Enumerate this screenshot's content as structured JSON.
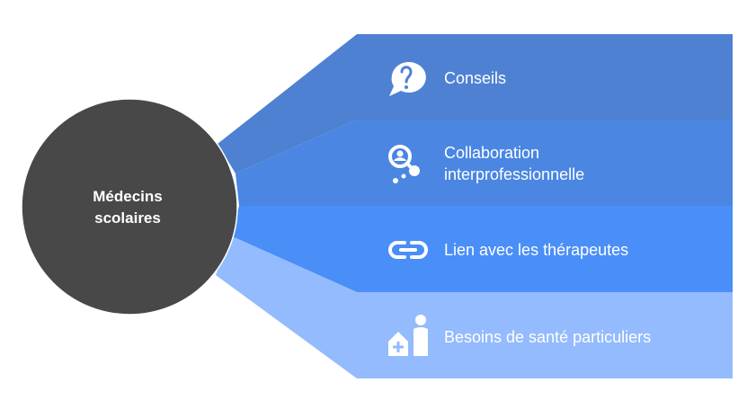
{
  "hub": {
    "label_line1": "Médecins",
    "label_line2": "scolaires",
    "color": "#484848"
  },
  "branches": [
    {
      "label_line1": "Conseils",
      "label_line2": "",
      "icon": "question-bubble-icon",
      "color": "#4f81d3"
    },
    {
      "label_line1": "Collaboration",
      "label_line2": "interprofessionnelle",
      "icon": "collaboration-network-icon",
      "color": "#4a86e2"
    },
    {
      "label_line1": "Lien avec les thérapeutes",
      "label_line2": "",
      "icon": "link-icon",
      "color": "#4a8ef8"
    },
    {
      "label_line1": "Besoins de santé particuliers",
      "label_line2": "",
      "icon": "health-house-person-icon",
      "color": "#93bbfd"
    }
  ]
}
